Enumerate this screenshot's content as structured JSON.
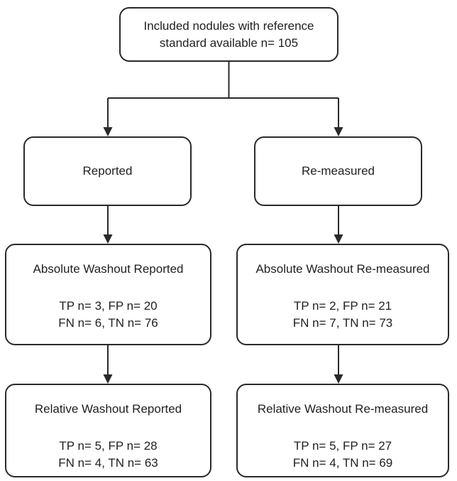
{
  "figure": {
    "background_color": "#ffffff",
    "line_color": "#2a2a2a",
    "root": {
      "text_line1": "Included nodules with reference",
      "text_line2": "standard available n= 105"
    },
    "branches": [
      {
        "label": "Reported"
      },
      {
        "label": "Re-measured"
      }
    ],
    "absolute_washout": [
      {
        "title": "Absolute Washout Reported",
        "stats_line1": "TP n= 3, FP n= 20",
        "stats_line2": "FN n= 6, TN n= 76"
      },
      {
        "title": "Absolute Washout Re-measured",
        "stats_line1": "TP n= 2, FP n= 21",
        "stats_line2": "FN n= 7, TN n= 73"
      }
    ],
    "relative_washout": [
      {
        "title": "Relative Washout Reported",
        "stats_line1": "TP n= 5, FP n= 28",
        "stats_line2": "FN n= 4, TN n= 63"
      },
      {
        "title": "Relative Washout Re-measured",
        "stats_line1": "TP n= 5, FP n= 27",
        "stats_line2": "FN n= 4, TN n= 69"
      }
    ]
  }
}
